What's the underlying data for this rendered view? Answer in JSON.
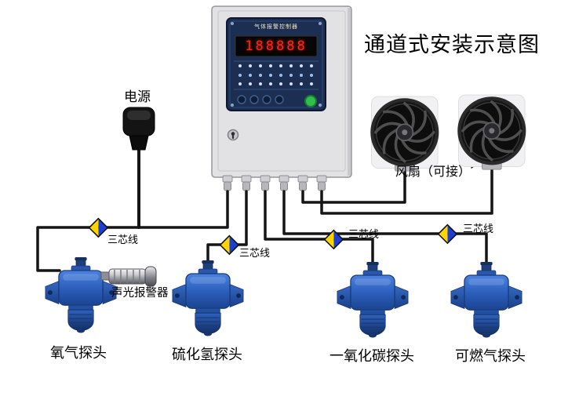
{
  "title": "通道式安装示意图",
  "controller": {
    "panel_title": "气体报警控制器",
    "led_display": "188888"
  },
  "power_label": "电源",
  "fan_label": "风扇（可接）",
  "wire_label": "三芯线",
  "alarm_label": "声光报警器",
  "detector_labels": [
    "氧气探头",
    "硫化氢探头",
    "一氧化碳探头",
    "可燃气探头"
  ],
  "colors": {
    "detector_blue": "#2b5cb4",
    "panel_navy": "#1c2f52",
    "led_red": "#ff2619",
    "diamond_yellow": "#ffd400",
    "diamond_blue": "#1d3fd0",
    "wire_black": "#151515",
    "button_green": "#2fbf4d"
  }
}
